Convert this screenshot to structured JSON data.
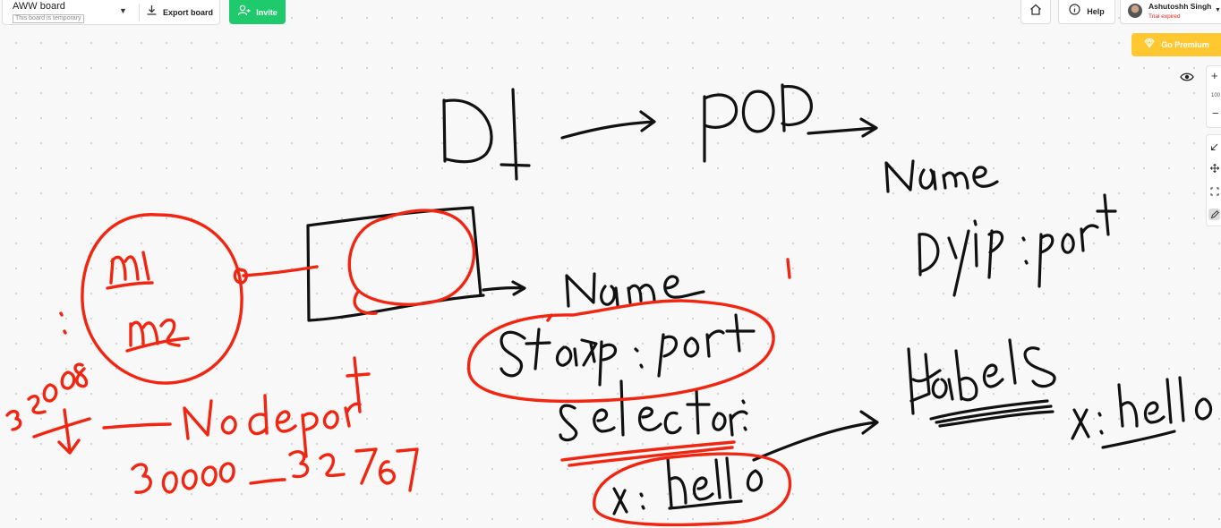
{
  "toolbar": {
    "board_name": "AWW board",
    "board_note": "This board is temporary",
    "export_label": "Export board",
    "invite_label": "Invite"
  },
  "top_right": {
    "help_label": "Help",
    "user_name": "Ashutoshh Singh",
    "user_status": "Trial expired",
    "premium_label": "Go Premium"
  },
  "zoom": {
    "level_text": "100",
    "zoom_in_label": "+",
    "zoom_out_label": "−"
  },
  "icons": [
    "chevron-down-icon",
    "download-icon",
    "add-user-icon",
    "home-icon",
    "info-icon",
    "crown-icon",
    "eye-icon",
    "plus-icon",
    "minus-icon",
    "arrow-icon",
    "move-icon",
    "select-icon",
    "pen-icon"
  ],
  "colors": {
    "canvas_background": "#f8f8f8",
    "invite_green": "#1fca6c",
    "premium_yellow": "#ffc831",
    "trial_red": "#e02020",
    "ink_black": "#111111",
    "ink_red": "#f02612"
  }
}
